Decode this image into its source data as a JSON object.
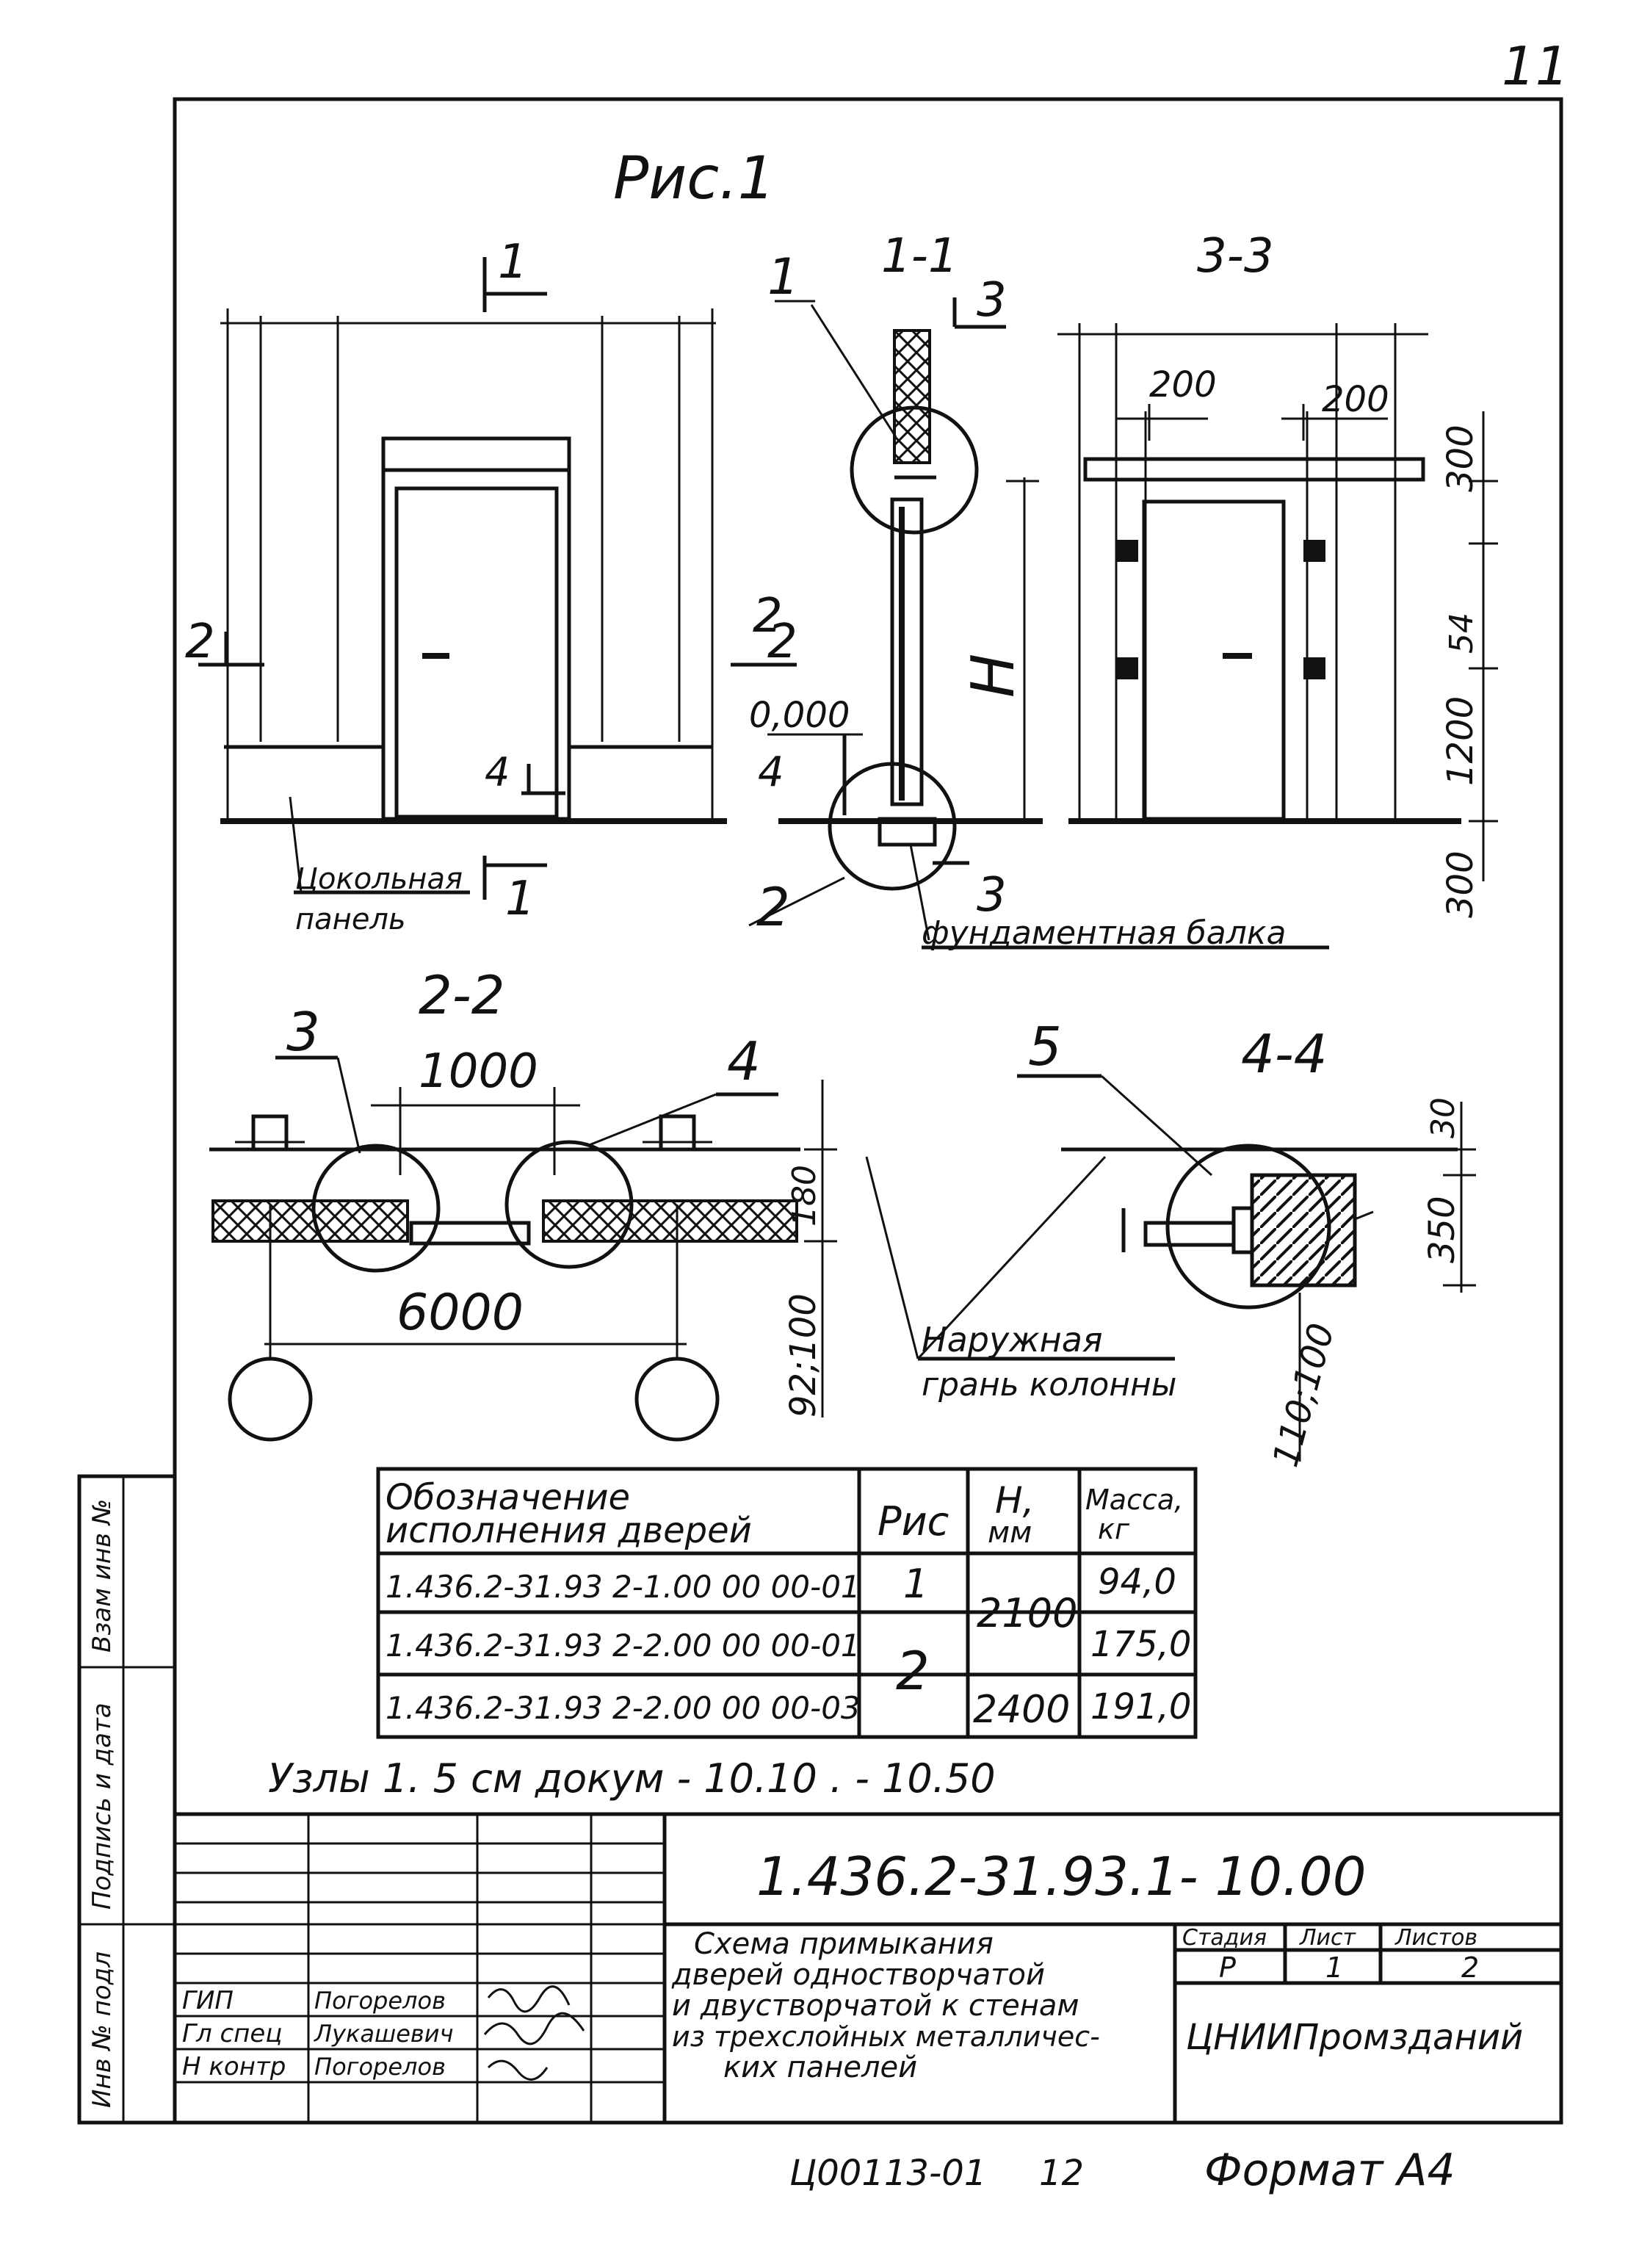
{
  "page_number": "11",
  "figure_title": "Рис.1",
  "views": {
    "section_1_1": "1-1",
    "section_3_3": "3-3",
    "section_2_2": "2-2",
    "section_4_4": "4-4"
  },
  "section_marks": {
    "s1_top": "1",
    "s1_bottom": "1",
    "s2_left": "2",
    "s2_right": "2",
    "s3_top": "3",
    "s3_bottom": "3",
    "s4_door": "4",
    "s4_section": "4"
  },
  "callouts": {
    "node1": "1",
    "node2": "2",
    "node3": "3",
    "node4": "4",
    "node5": "5"
  },
  "dimensions": {
    "d200_left": "200",
    "d200_right": "200",
    "d300_top": "300",
    "d54": "54",
    "d1200": "1200",
    "d300_bottom": "300",
    "d1000": "1000",
    "d6000": "6000",
    "d180": "180",
    "d92_100": "92;100",
    "d30": "30",
    "d350": "350",
    "d110_100": "110;100",
    "height_H": "H",
    "level": "0,000"
  },
  "notes": {
    "plinth_panel_line1": "Цокольная",
    "plinth_panel_line2": "панель",
    "foundation_beam": "фундаментная балка",
    "outer_face_line1": "Наружная",
    "outer_face_line2": "грань колонны"
  },
  "table": {
    "header": {
      "designation_line1": "Обозначение",
      "designation_line2": "исполнения дверей",
      "fig": "Рис",
      "h_line1": "H,",
      "h_line2": "мм",
      "mass_line1": "Масса,",
      "mass_line2": "кг"
    },
    "rows": [
      {
        "designation": "1.436.2-31.93 2-1.00 00 00-01",
        "fig": "1",
        "h": "2100",
        "mass": "94,0"
      },
      {
        "designation": "1.436.2-31.93 2-2.00 00 00-01",
        "fig": "2",
        "h": "2100",
        "mass": "175,0"
      },
      {
        "designation": "1.436.2-31.93 2-2.00 00 00-03",
        "fig": "2",
        "h": "2400",
        "mass": "191,0"
      }
    ]
  },
  "nodes_note": "Узлы 1. 5 см докум - 10.10 . - 10.50",
  "side_stamp": {
    "inv_vzam": "Взам инв №",
    "sign_date": "Подпись и дата",
    "inv_podl": "Инв № подл"
  },
  "title_block": {
    "code": "1.436.2-31.93.1- 10.00",
    "description": [
      "Схема примыкания",
      "дверей одностворчатой",
      "и двустворчатой к стенам",
      "из трехслойных металличес-",
      "ких панелей"
    ],
    "stage_label": "Стадия",
    "sheet_label": "Лист",
    "sheets_label": "Листов",
    "stage": "Р",
    "sheet": "1",
    "sheets": "2",
    "organization": "ЦНИИПромзданий",
    "signatures": [
      {
        "role": "ГИП",
        "name": "Погорелов"
      },
      {
        "role": "Гл спец",
        "name": "Лукашевич"
      },
      {
        "role": "Н контр",
        "name": "Погорелов"
      }
    ]
  },
  "footer": {
    "archive_no": "Ц00113-01",
    "page": "12",
    "format": "Формат А4"
  }
}
